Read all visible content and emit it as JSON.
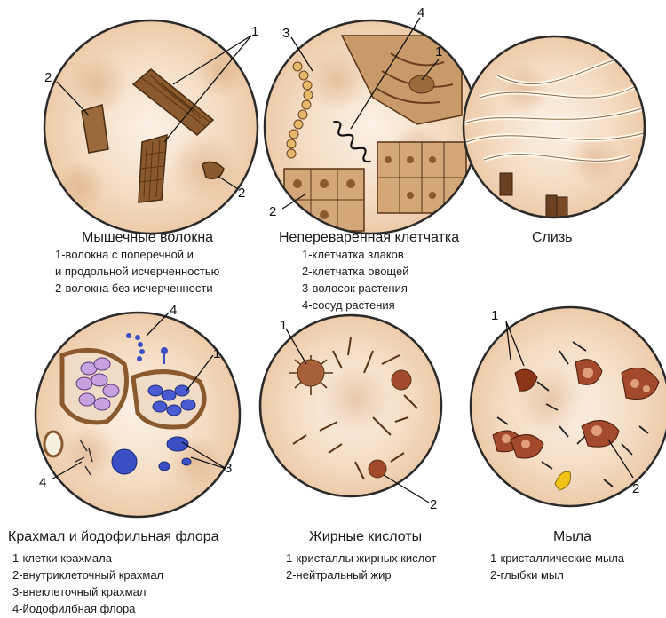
{
  "panels": [
    {
      "id": "muscle",
      "title": "Мышечные волокна",
      "legend": [
        "1-волокна с поперечной и",
        "и продольной исчерченностью",
        "2-волокна без исчерченности"
      ],
      "markers": [
        "1",
        "2",
        "2"
      ]
    },
    {
      "id": "fiber",
      "title": "Непереваренная клетчатка",
      "legend": [
        "1-клетчатка злаков",
        "2-клетчатка овощей",
        "3-волосок растения",
        "4-сосуд растения"
      ],
      "markers": [
        "4",
        "3",
        "1",
        "2"
      ]
    },
    {
      "id": "mucus",
      "title": "Слизь",
      "legend": [],
      "markers": []
    },
    {
      "id": "starch",
      "title": "Крахмал и йодофильная флора",
      "legend": [
        "1-клетки крахмала",
        "2-внутриклеточный крахмал",
        "3-внеклеточный крахмал",
        "4-йодофилбная флора"
      ],
      "markers": [
        "4",
        "1",
        "3",
        "4"
      ]
    },
    {
      "id": "fatty",
      "title": "Жирные кислоты",
      "legend": [
        "1-кристаллы жирных кислот",
        "2-нейтральный жир"
      ],
      "markers": [
        "1",
        "2"
      ]
    },
    {
      "id": "soap",
      "title": "Мыла",
      "legend": [
        "1-кристаллические мыла",
        "2-глыбки мыл"
      ],
      "markers": [
        "1",
        "2"
      ]
    }
  ],
  "colors": {
    "background_bg": "#f6e6d6",
    "outline": "#2a2a2a",
    "muscle_brown": "#8a5a2e",
    "dark_brown": "#5a3416",
    "starch_purple": "#b48ad0",
    "iodophil_blue": "#3a4fc4",
    "soap_red": "#a34a2c",
    "yellow_fat": "#f2c41a"
  }
}
